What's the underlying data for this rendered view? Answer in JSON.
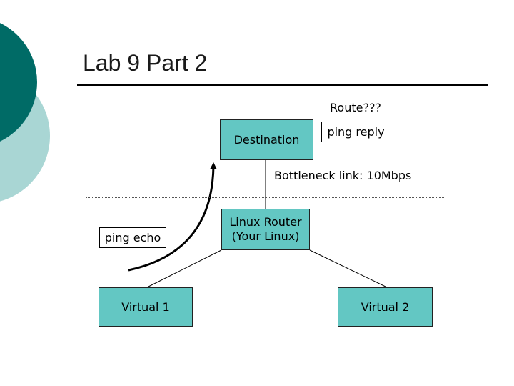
{
  "slide": {
    "title": "Lab 9 Part 2"
  },
  "diagram": {
    "route_label": "Route???",
    "destination": "Destination",
    "ping_reply": "ping reply",
    "bottleneck": "Bottleneck link: 10Mbps",
    "router_line1": "Linux Router",
    "router_line2": "(Your Linux)",
    "ping_echo": "ping echo",
    "virtual1": "Virtual 1",
    "virtual2": "Virtual 2"
  },
  "colors": {
    "teal_box": "#63c7c3",
    "decor_dark": "#006b66",
    "decor_light": "#a9d6d4"
  }
}
